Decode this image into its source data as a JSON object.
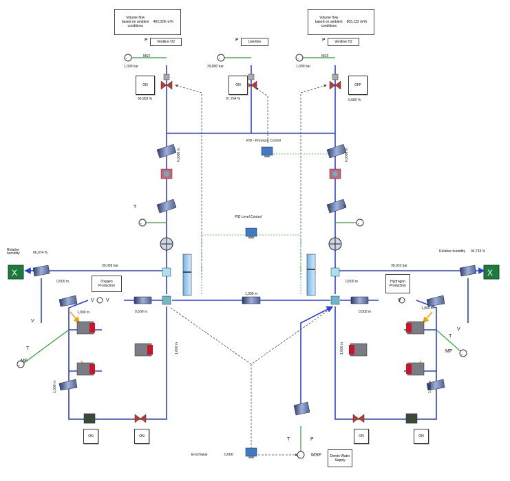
{
  "flow_left": {
    "l1": "Volume flow",
    "l2": "based on ambient",
    "l3": "conditions",
    "value": "402,028 m³/h"
  },
  "flow_right": {
    "l1": "Volume flow",
    "l2": "based on ambient",
    "l3": "conditions",
    "value": "805,132 m³/h"
  },
  "ventline_o2": "Ventline O2",
  "userline": "Userline",
  "ventline_h2": "Ventline H2",
  "p_letter": "P",
  "t_letter": "T",
  "v_letter": "V",
  "mf_letter": "MF",
  "msf_left_label": "MSF",
  "msf_right_label": "MSF",
  "msf_bottom_label": "MSF",
  "press_o2": "1,000 bar",
  "press_user": "29,800 bar",
  "press_h2": "1,000 bar",
  "btn_on_o2": "ON",
  "btn_on_user": "ON",
  "btn_off_h2": "OFF",
  "btn_on_bl1": "ON",
  "btn_on_bl2": "ON",
  "btn_on_br1": "ON",
  "btn_on_br2": "ON",
  "pct_o2": "66,903 %",
  "pct_user": "67,764 %",
  "pct_h2": "0,000 %",
  "pid_pressure": "PID - Pressure Control",
  "pid_level": "PID Level Control",
  "len_4m_left": "4,0000 m",
  "len_4m_right": "4,0000 m",
  "rh_left_label": "Relative humidity",
  "rh_left_value": "66,074 %",
  "rh_right_label": "Relative humidity",
  "rh_right_value": "94,733 %",
  "sep_left_bar": "30,058 bar",
  "sep_right_bar": "30,010 bar",
  "oxygen_production": "Oxygen Production",
  "hydrogen_production": "Hydrogen Production",
  "len_05_a": "0,500 m",
  "len_05_b": "0,500 m",
  "len_05_c": "0,500 m",
  "len_05_d": "0,500 m",
  "len_1m_center": "1,000 m",
  "len_1m_tl": "1,000 m",
  "len_1m_tr": "1,000 m",
  "len_1m_vl": "1,000 m",
  "len_1m_vr": "1,000 m",
  "len_1m_cl": "1,000 m",
  "len_1m_cr": "1,000 m",
  "error_label": "ErrorValue",
  "error_value": "0,000",
  "demin_water": "Demin Water Supply",
  "colors": {
    "pipe": "#2b3fe0",
    "signal": "#2e9e2e",
    "signal_dash": "#37b837",
    "dash": "#444444",
    "level": "#1f6fb8"
  }
}
